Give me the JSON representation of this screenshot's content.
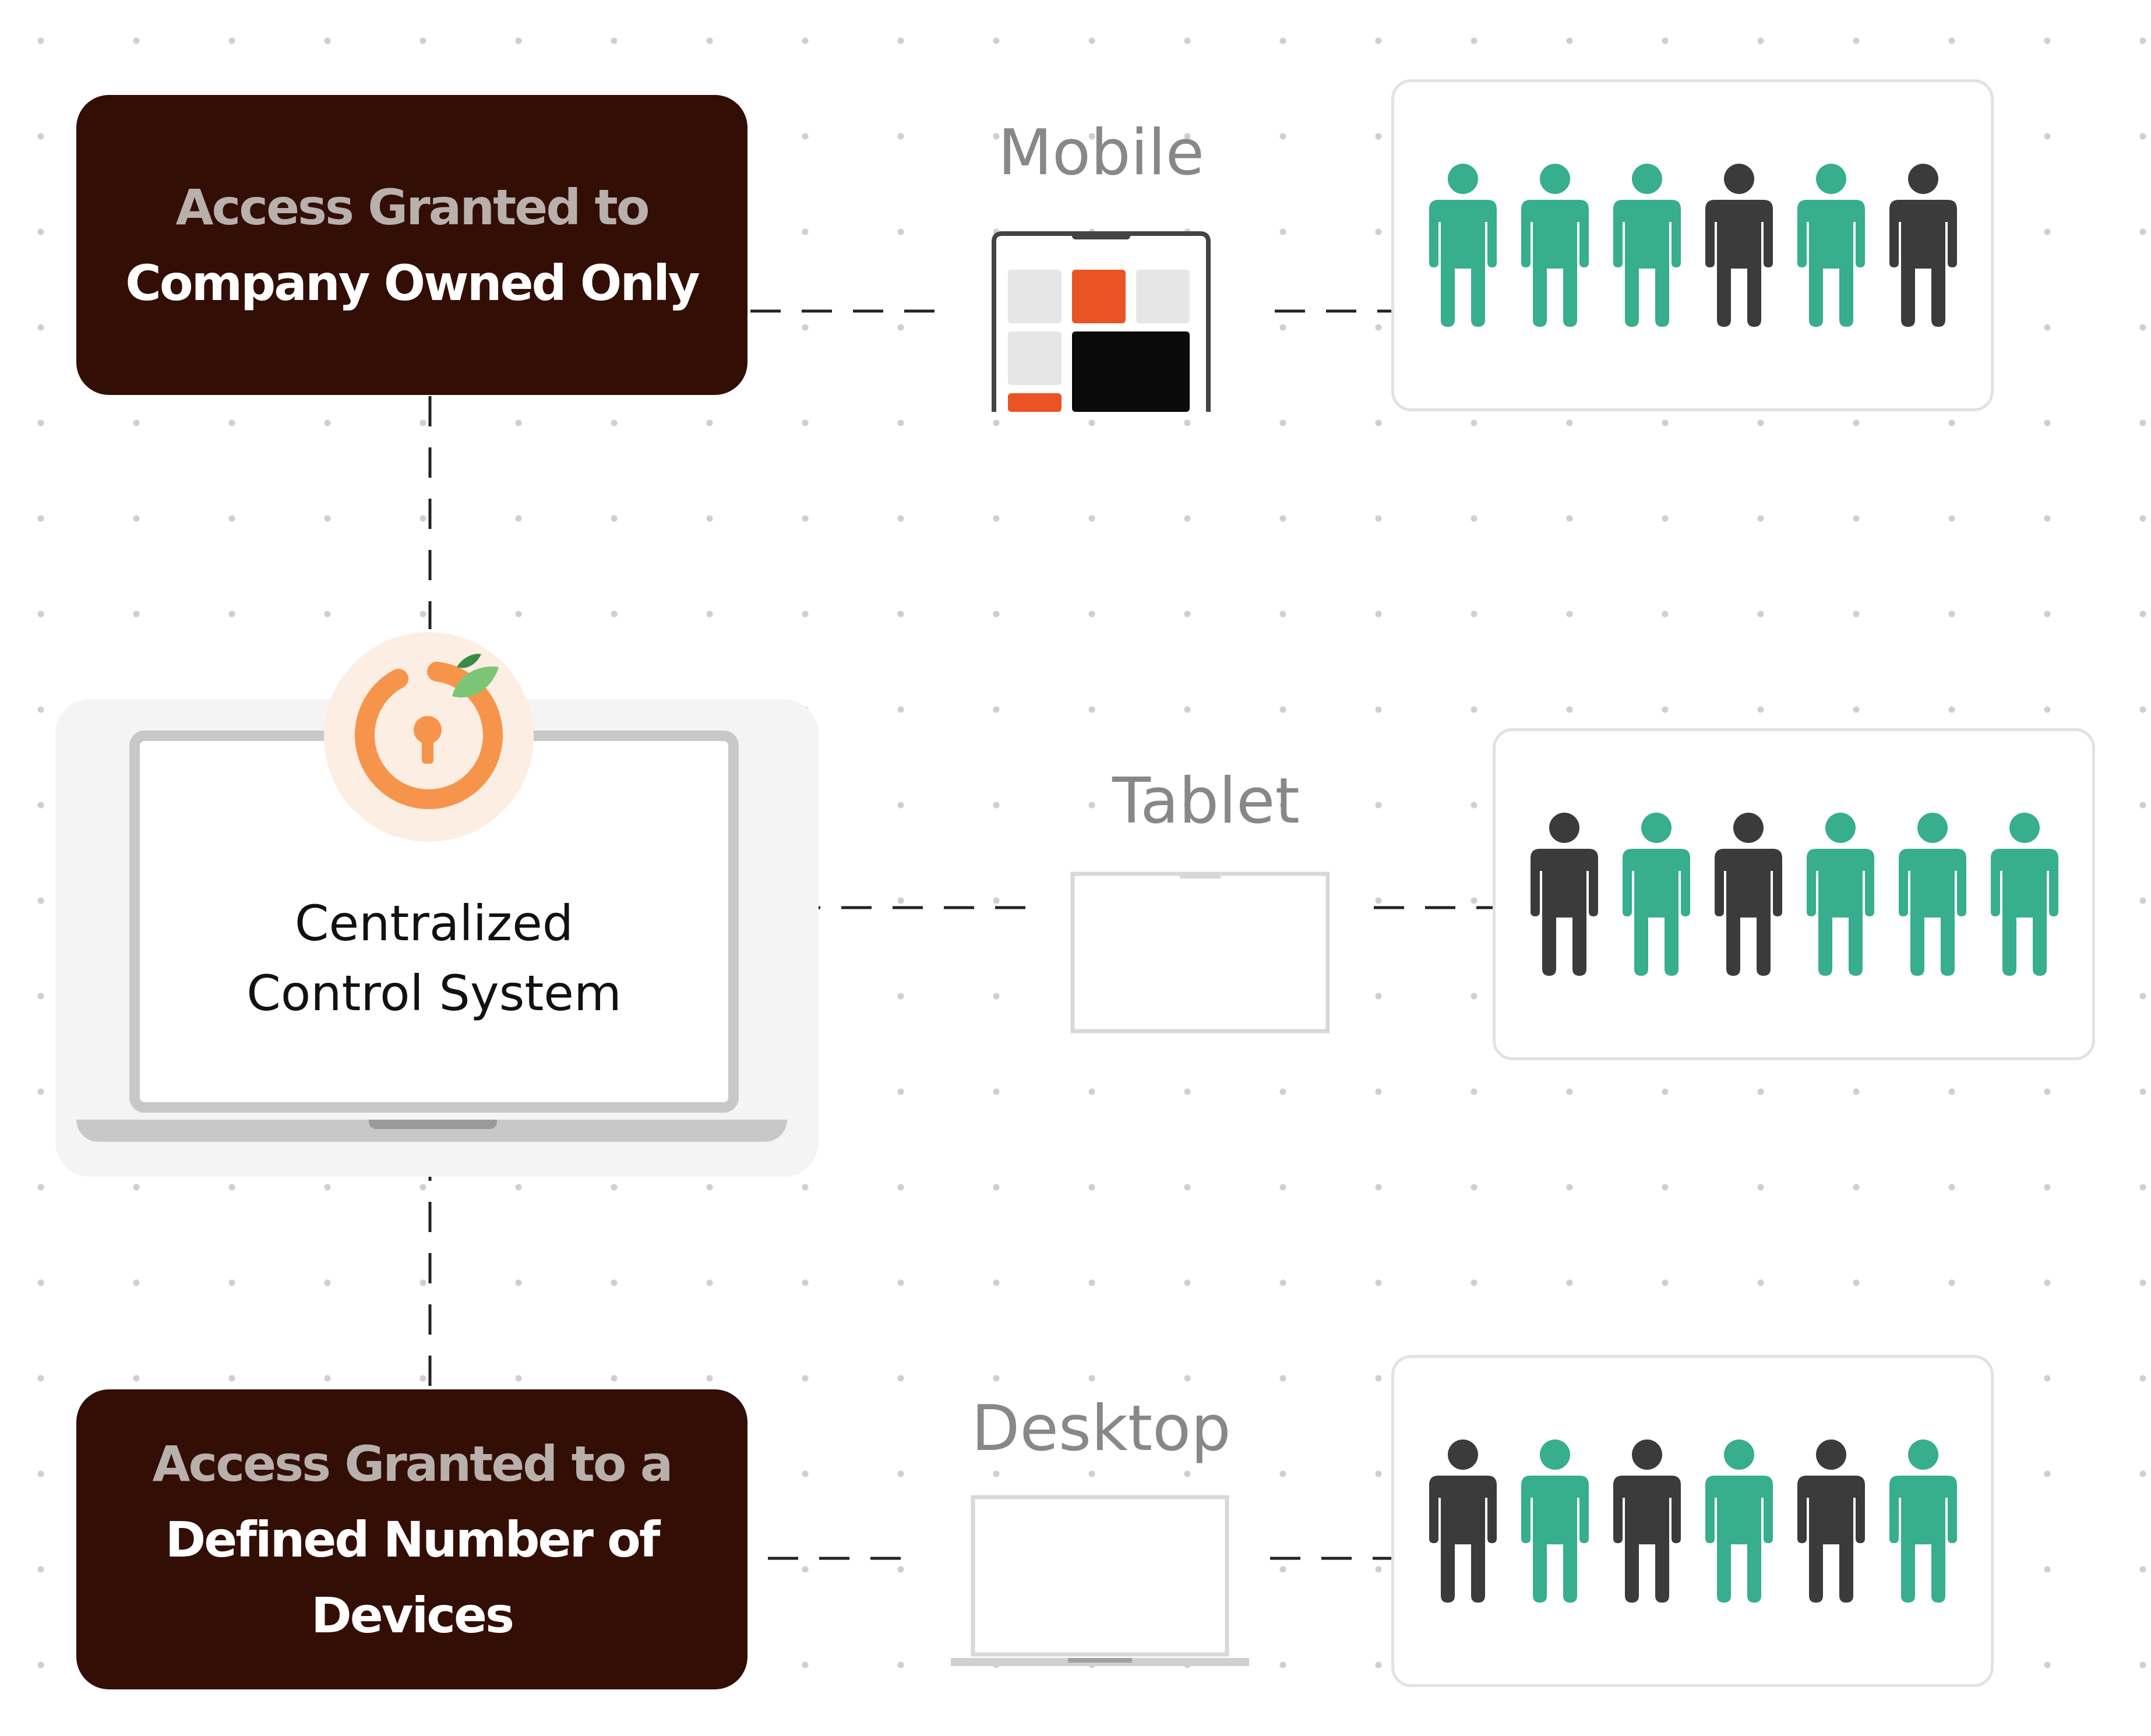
{
  "policies": {
    "top": {
      "line1": "Access Granted to",
      "line2": "Company Owned Only"
    },
    "bottom": {
      "line1": "Access Granted to a",
      "line2": "Defined Number of",
      "line3": "Devices"
    }
  },
  "central": {
    "line1": "Centralized",
    "line2": "Control System",
    "icon": "lock-icon"
  },
  "devices": {
    "mobile": {
      "label": "Mobile",
      "icon": "smartphone-icon"
    },
    "tablet": {
      "label": "Tablet",
      "icon": "tablet-icon"
    },
    "desktop": {
      "label": "Desktop",
      "icon": "laptop-icon"
    }
  },
  "user_groups": {
    "mobile": [
      "green",
      "green",
      "green",
      "dark",
      "green",
      "dark"
    ],
    "tablet": [
      "dark",
      "green",
      "dark",
      "green",
      "green",
      "green"
    ],
    "desktop": [
      "dark",
      "green",
      "dark",
      "green",
      "dark",
      "green"
    ]
  },
  "colors": {
    "policy_box": "#330e04",
    "policy_text_muted": "#b8b0ad",
    "user_green": "#37ae8e",
    "user_dark": "#3b3b3b",
    "accent_orange": "#f7944b",
    "mobile_tile_orange": "#ea5424"
  }
}
